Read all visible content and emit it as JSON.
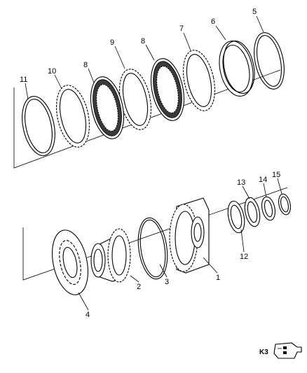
{
  "callouts": {
    "c1": "1",
    "c2": "2",
    "c3": "3",
    "c4": "4",
    "c5": "5",
    "c6": "6",
    "c7": "7",
    "c8a": "8",
    "c8b": "8",
    "c9": "9",
    "c10": "10",
    "c11": "11",
    "c12": "12",
    "c13": "13",
    "c14": "14",
    "c15": "15"
  },
  "locator": {
    "code": "K3"
  }
}
